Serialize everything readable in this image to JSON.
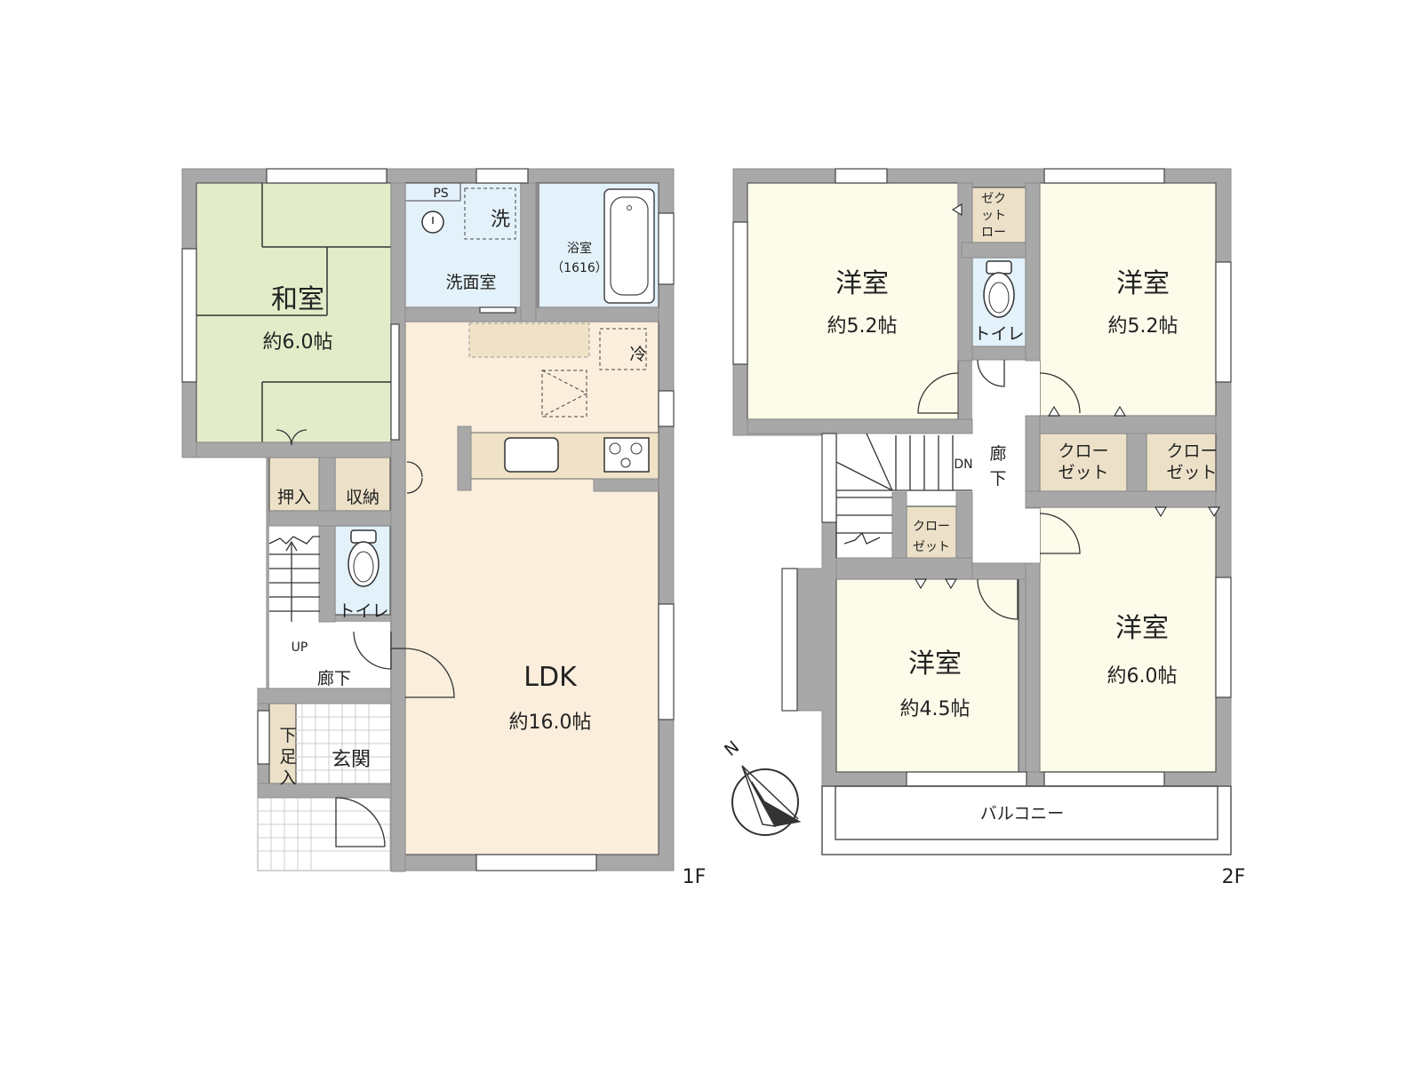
{
  "colors": {
    "wall": "#a8a8a8",
    "wall_edge": "#8c8c8c",
    "tatami": "#e2ecc9",
    "ldk": "#fbeedd",
    "western": "#fdfbea",
    "water": "#e3f1fa",
    "storage": "#ece1c8",
    "hall": "#ffffff",
    "counter": "#efe2c6"
  },
  "floor1": {
    "label": "1F",
    "washitsu": {
      "name": "和室",
      "area": "約6.0帖"
    },
    "ldk": {
      "name": "LDK",
      "area": "約16.0帖"
    },
    "senmenshitsu": "洗面室",
    "ps": "PS",
    "washer": "洗",
    "bath": {
      "name": "浴室",
      "size": "（1616）"
    },
    "fridge": "冷",
    "oshiire": "押入",
    "shuno": "収納",
    "toilet": "トイレ",
    "up": "UP",
    "rouka": "廊下",
    "genkan": "玄関",
    "shoebox": [
      "下",
      "足",
      "入"
    ]
  },
  "floor2": {
    "label": "2F",
    "room_nw": {
      "name": "洋室",
      "area": "約5.2帖"
    },
    "room_ne": {
      "name": "洋室",
      "area": "約5.2帖"
    },
    "room_sw": {
      "name": "洋室",
      "area": "約4.5帖"
    },
    "room_se": {
      "name": "洋室",
      "area": "約6.0帖"
    },
    "closet_small": [
      "ゼク",
      "ット",
      "ロー"
    ],
    "toilet": "トイレ",
    "dn": "DN",
    "rouka": [
      "廊",
      "下"
    ],
    "closet_1": [
      "クロー",
      "ゼット"
    ],
    "closet_2": [
      "クロー",
      "ゼット"
    ],
    "closet_3": [
      "クロー",
      "ゼット"
    ],
    "balcony": "バルコニー"
  },
  "compass": {
    "north": "N"
  }
}
